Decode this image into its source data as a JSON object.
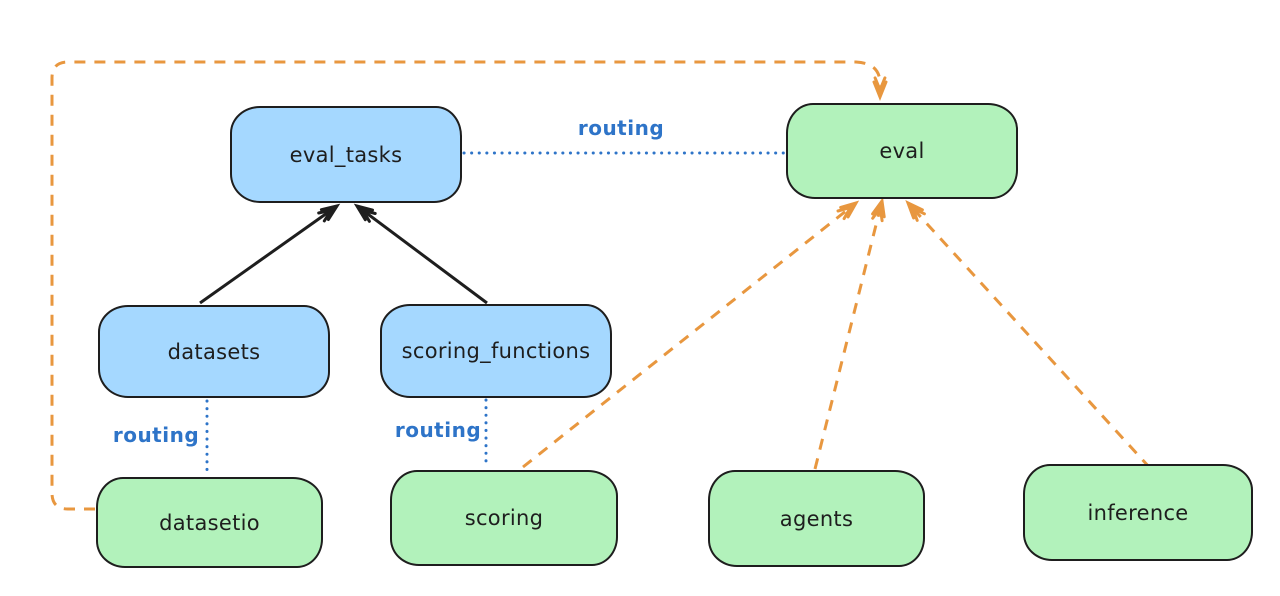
{
  "diagram": {
    "type": "flow-diagram",
    "background": "#ffffff",
    "colors": {
      "api_node_fill": "#a5d8ff",
      "provider_node_fill": "#b2f2bb",
      "node_border": "#1e1e1e",
      "node_text": "#1e1e1e",
      "routing_blue": "#2e74c8",
      "dependency_orange": "#e8973f",
      "solid_arrow_black": "#1e1e1e"
    },
    "nodes": {
      "eval_tasks": {
        "label": "eval_tasks",
        "fill": "#a5d8ff"
      },
      "eval": {
        "label": "eval",
        "fill": "#b2f2bb"
      },
      "datasets": {
        "label": "datasets",
        "fill": "#a5d8ff"
      },
      "scoring_functions": {
        "label": "scoring_functions",
        "fill": "#a5d8ff"
      },
      "datasetio": {
        "label": "datasetio",
        "fill": "#b2f2bb"
      },
      "scoring": {
        "label": "scoring",
        "fill": "#b2f2bb"
      },
      "agents": {
        "label": "agents",
        "fill": "#b2f2bb"
      },
      "inference": {
        "label": "inference",
        "fill": "#b2f2bb"
      }
    },
    "edge_labels": {
      "routing_eval_tasks_to_eval": "routing",
      "routing_datasets_to_datasetio": "routing",
      "routing_scoring_functions_to_scoring": "routing"
    },
    "edges": [
      {
        "from": "datasets",
        "to": "eval_tasks",
        "style": "solid-arrow",
        "color": "#1e1e1e",
        "label": ""
      },
      {
        "from": "scoring_functions",
        "to": "eval_tasks",
        "style": "solid-arrow",
        "color": "#1e1e1e",
        "label": ""
      },
      {
        "from": "eval_tasks",
        "to": "eval",
        "style": "dotted",
        "color": "#2e74c8",
        "label": "routing"
      },
      {
        "from": "datasets",
        "to": "datasetio",
        "style": "dotted",
        "color": "#2e74c8",
        "label": "routing"
      },
      {
        "from": "scoring_functions",
        "to": "scoring",
        "style": "dotted",
        "color": "#2e74c8",
        "label": "routing"
      },
      {
        "from": "datasetio",
        "to": "eval",
        "style": "dashed-arrow",
        "color": "#e8973f",
        "label": ""
      },
      {
        "from": "scoring",
        "to": "eval",
        "style": "dashed-arrow",
        "color": "#e8973f",
        "label": ""
      },
      {
        "from": "agents",
        "to": "eval",
        "style": "dashed-arrow",
        "color": "#e8973f",
        "label": ""
      },
      {
        "from": "inference",
        "to": "eval",
        "style": "dashed-arrow",
        "color": "#e8973f",
        "label": ""
      }
    ]
  }
}
